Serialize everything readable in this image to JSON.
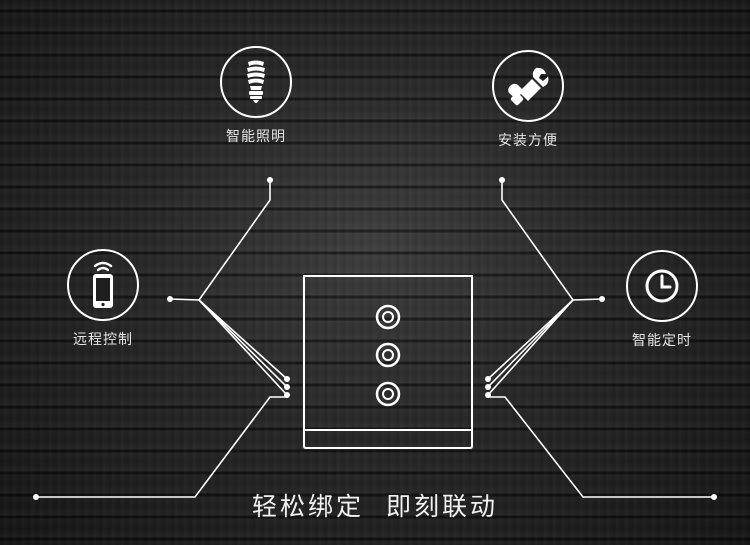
{
  "features": {
    "lighting": {
      "label": "智能照明",
      "icon": "light-bulb-icon"
    },
    "install": {
      "label": "安装方便",
      "icon": "wrench-hand-icon"
    },
    "remote": {
      "label": "远程控制",
      "icon": "smartphone-wifi-icon"
    },
    "timer": {
      "label": "智能定时",
      "icon": "clock-icon"
    }
  },
  "tagline": {
    "part1": "轻松绑定",
    "part2": "即刻联动"
  },
  "device": {
    "name": "switch-panel",
    "buttons": 3
  },
  "colors": {
    "line": "#ffffff",
    "text": "#e6e6e6"
  }
}
